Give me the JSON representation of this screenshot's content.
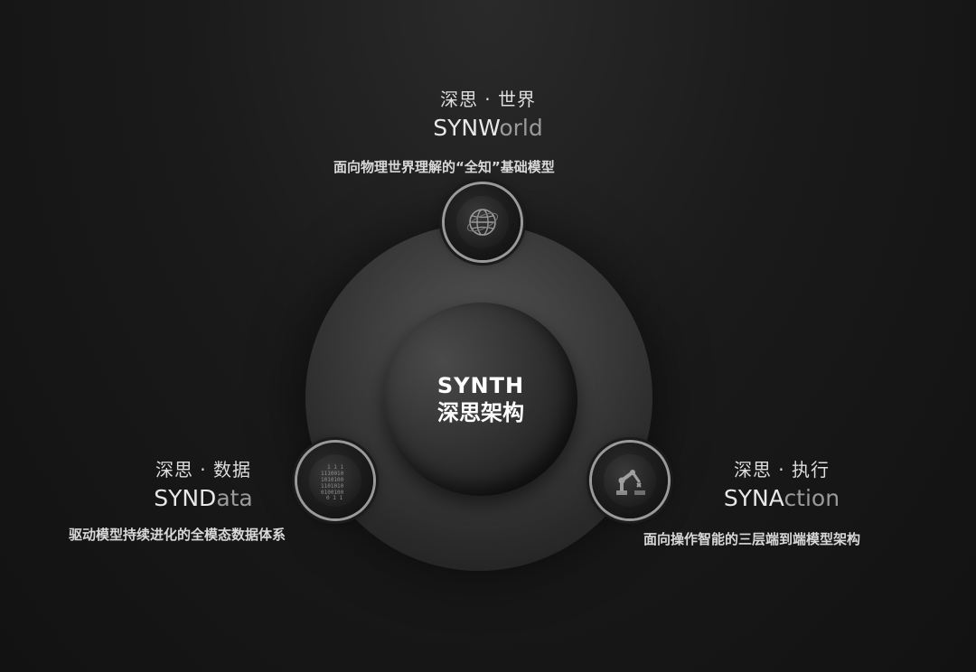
{
  "center": {
    "title": "SYNTH",
    "subtitle": "深思架构"
  },
  "nodes": {
    "world": {
      "cn": "深思 · 世界",
      "en_bright": "SYNW",
      "en_dim": "orld",
      "desc": "面向物理世界理解的“全知”基础模型",
      "icon": "globe-icon"
    },
    "data": {
      "cn": "深思 · 数据",
      "en_bright": "SYND",
      "en_dim": "ata",
      "desc": "驱动模型持续进化的全模态数据体系",
      "icon": "binary-data-icon"
    },
    "action": {
      "cn": "深思 · 执行",
      "en_bright": "SYNA",
      "en_dim": "ction",
      "desc": "面向操作智能的三层端到端模型架构",
      "icon": "robot-arm-icon"
    }
  }
}
